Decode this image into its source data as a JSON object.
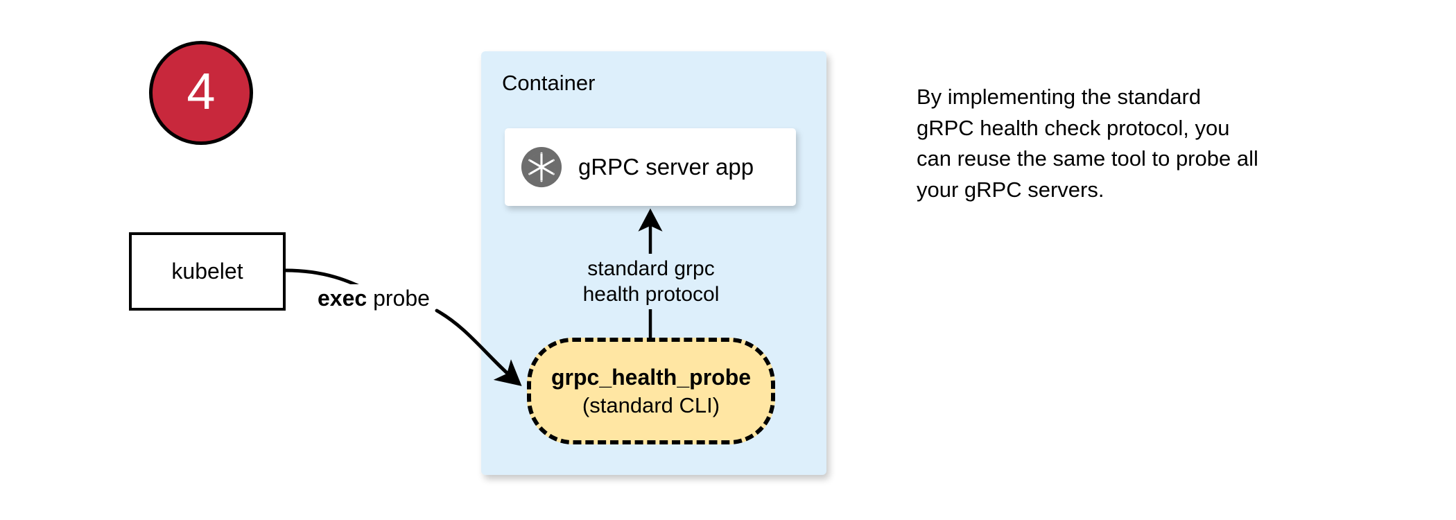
{
  "step": {
    "number": "4",
    "badge_color": "#c8283c",
    "badge_text_color": "#ffffff"
  },
  "kubelet": {
    "label": "kubelet"
  },
  "exec_edge": {
    "label_strong": "exec",
    "label_rest": " probe"
  },
  "container": {
    "title": "Container",
    "fill_color": "#ddeffb"
  },
  "server_app": {
    "label": "gRPC server app",
    "icon": "aperture-icon",
    "icon_color": "#6d6d6d"
  },
  "protocol_edge": {
    "line1": "standard grpc",
    "line2": "health protocol"
  },
  "health_probe": {
    "name": "grpc_health_probe",
    "subtitle": "(standard CLI)",
    "fill_color": "#ffe6a3",
    "border_color": "#000000"
  },
  "caption": {
    "line1": "By implementing the standard",
    "line2": "gRPC health check protocol, you",
    "line3": "can reuse the same tool to probe all",
    "line4": "your gRPC servers."
  }
}
